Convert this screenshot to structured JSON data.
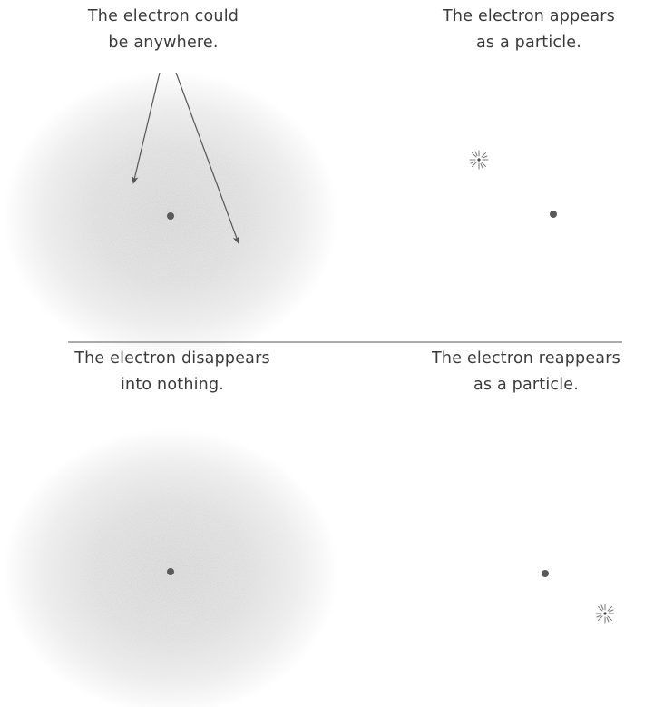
{
  "panels": {
    "top_left": {
      "caption_line1": "The electron could",
      "caption_line2": "be anywhere."
    },
    "top_right": {
      "caption_line1": "The electron appears",
      "caption_line2": "as a particle."
    },
    "bottom_left": {
      "caption_line1": "The electron disappears",
      "caption_line2": "into nothing."
    },
    "bottom_right": {
      "caption_line1": "The electron reappears",
      "caption_line2": "as a particle."
    }
  },
  "colors": {
    "text": "#3a3a3a",
    "dot": "#5a5a5a",
    "cloud": "#b8b8b8",
    "divider": "#7a7a7a",
    "arrow": "#555555",
    "spark": "#777777"
  },
  "icons": {
    "flash": "sparkle-icon",
    "electron": "dot-icon"
  }
}
